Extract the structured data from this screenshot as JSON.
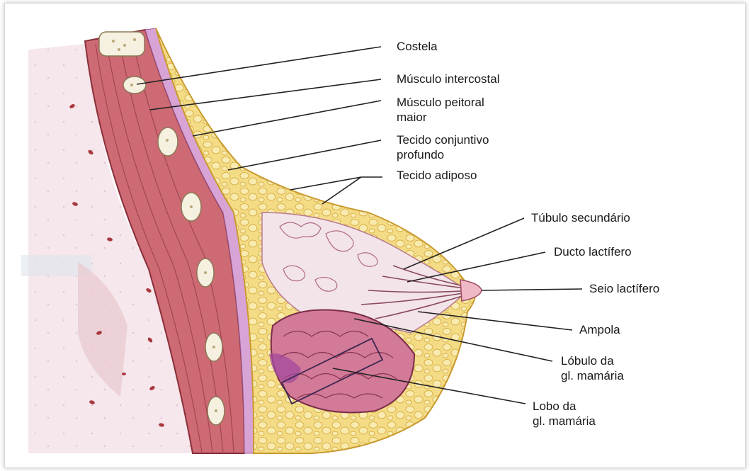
{
  "labels": {
    "costela": "Costela",
    "musculo_intercostal": "Músculo intercostal",
    "musculo_peitoral_1": "Músculo peitoral",
    "musculo_peitoral_2": "maior",
    "tecido_conjuntivo_1": "Tecido conjuntivo",
    "tecido_conjuntivo_2": "profundo",
    "tecido_adiposo": "Tecido adiposo",
    "tubulo_secundario": "Túbulo secundário",
    "ducto_lactifero": "Ducto lactífero",
    "seio_lactifero": "Seio lactífero",
    "ampola": "Ampola",
    "lobulo_1": "Lóbulo da",
    "lobulo_2": "gl. mamária",
    "lobo_1": "Lobo da",
    "lobo_2": "gl. mamária"
  },
  "colors": {
    "chest_wall": "#f3dde3",
    "muscle": "#c9606a",
    "fat": "#f2d77a",
    "gland": "#d98aa4",
    "leader_line": "#222222"
  }
}
